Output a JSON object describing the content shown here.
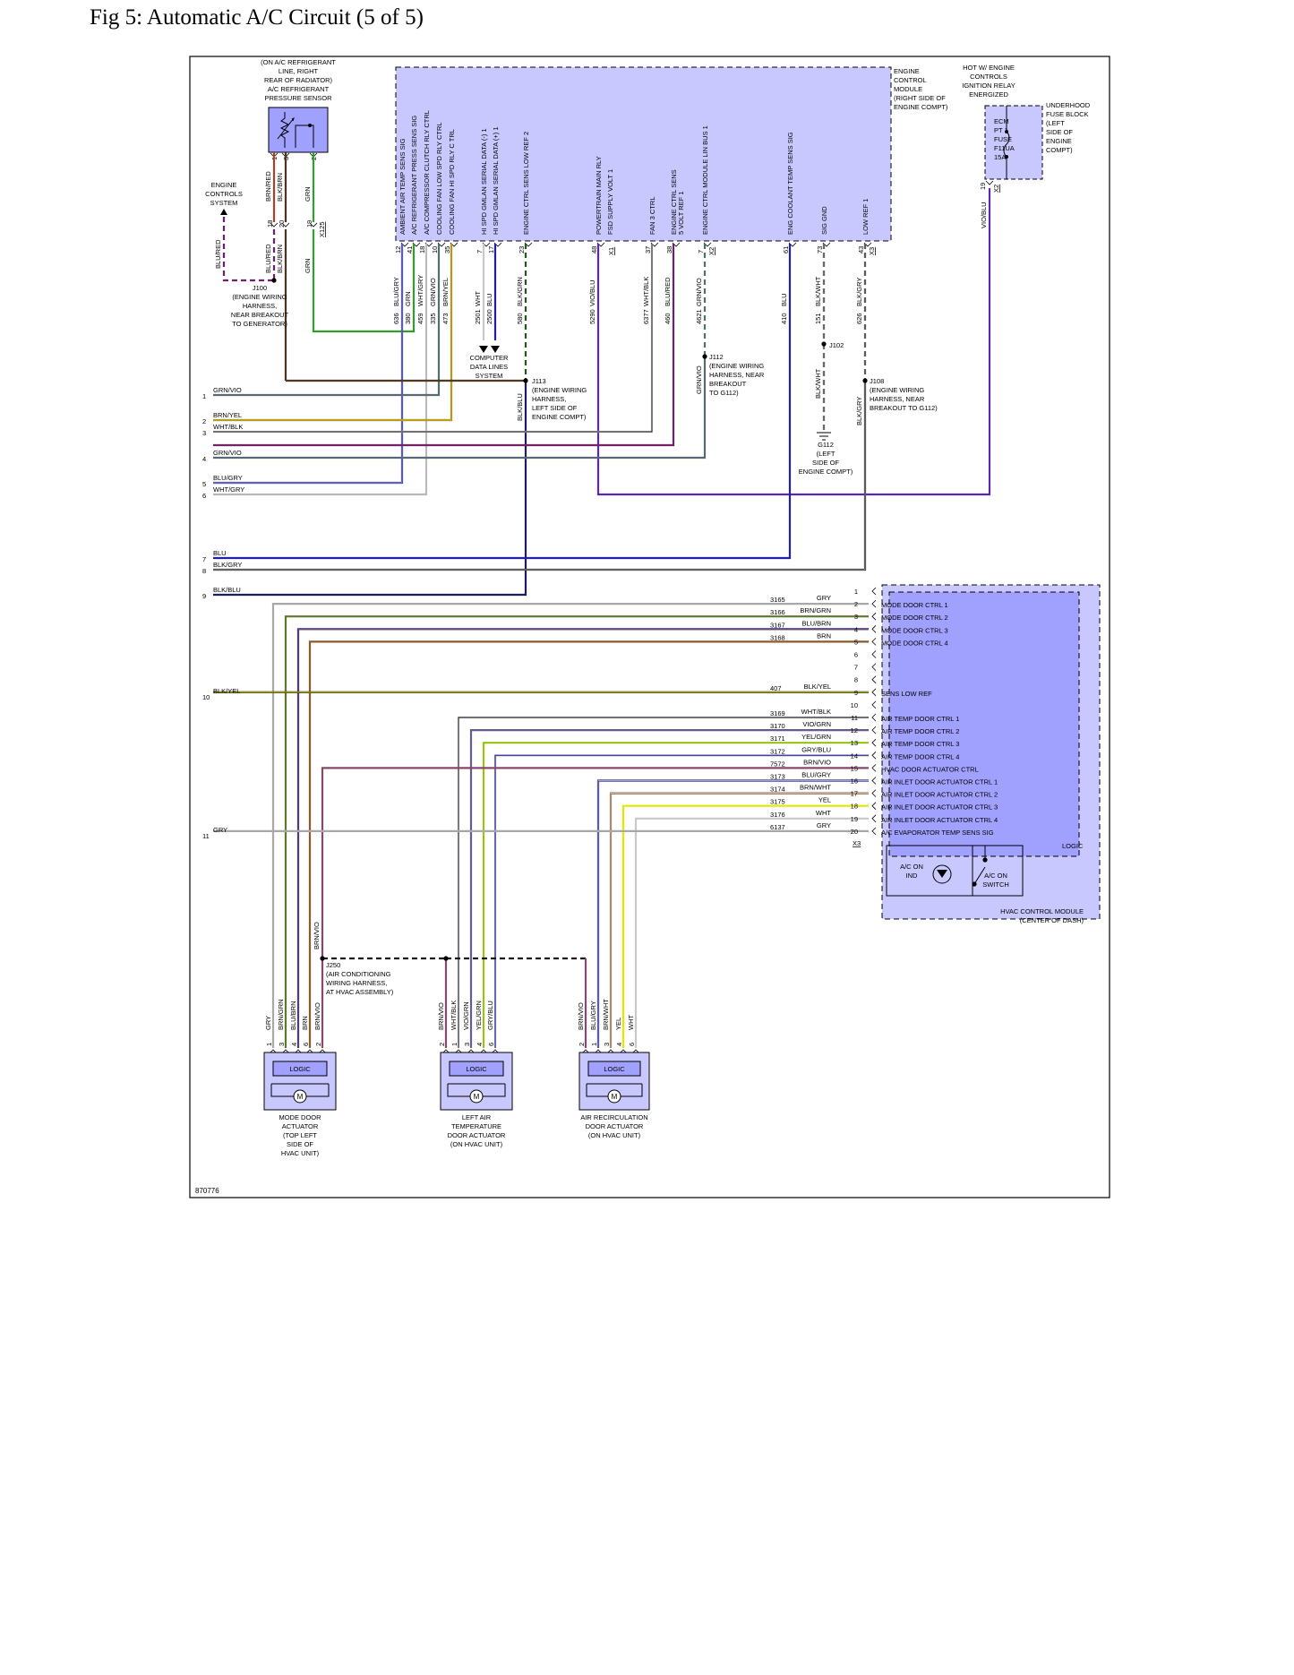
{
  "title": "Fig 5: Automatic A/C Circuit (5 of 5)",
  "figure_number": "870776",
  "colors": {
    "ecm_fill": "#c8c8ff",
    "hvac_outer_fill": "#c8c8ff",
    "hvac_inner_fill": "#a0a0ff",
    "logic_fill": "#a0a0ff"
  },
  "sensor": {
    "label": [
      "(ON A/C REFRIGERANT",
      "LINE, RIGHT",
      "REAR OF RADIATOR)",
      "A/C REFRIGERANT",
      "PRESSURE SENSOR"
    ],
    "pins": [
      {
        "pin": "1",
        "color": "BRN/RED"
      },
      {
        "pin": "3",
        "color": "BLK/BRN"
      },
      {
        "pin": "2",
        "color": "GRN"
      }
    ],
    "connector": "X125",
    "conn_pins": [
      "18",
      "20",
      "19"
    ],
    "lower_colors": [
      "BLU/RED",
      "BLK/BRN",
      "GRN"
    ]
  },
  "engine_controls": {
    "label": [
      "ENGINE",
      "CONTROLS",
      "SYSTEM"
    ],
    "wire": "BLU/RED"
  },
  "j100": {
    "label": [
      "J100",
      "(ENGINE WIRING",
      "HARNESS,",
      "NEAR BREAKOUT",
      "TO GENERATOR)"
    ]
  },
  "ecm": {
    "label": [
      "ENGINE",
      "CONTROL",
      "MODULE",
      "(RIGHT SIDE OF",
      "ENGINE COMPT)"
    ],
    "connectors": [
      "X2",
      "X1",
      "X2",
      "X3"
    ],
    "pins": [
      {
        "pin": "12",
        "signal": "AMBIENT AIR TEMP SENS SIG",
        "color": "BLU/GRY",
        "circuit": "636"
      },
      {
        "pin": "41",
        "signal": "A/C REFRIGERANT PRESS SENS SIG",
        "color": "GRN",
        "circuit": "380"
      },
      {
        "pin": "18",
        "signal": "A/C COMPRESSOR CLUTCH RLY CTRL",
        "color": "WHT/GRY",
        "circuit": "459"
      },
      {
        "pin": "10",
        "signal": "COOLING FAN LOW SPD RLY CTRL",
        "color": "GRN/VIO",
        "circuit": "335"
      },
      {
        "pin": "35",
        "signal": "COOLING FAN HI SPD RLY C TRL",
        "color": "BRN/YEL",
        "circuit": "473"
      },
      {
        "pin": "7",
        "signal": "HI SPD GMLAN SERIAL DATA (-) 1",
        "color": "WHT",
        "circuit": "2501"
      },
      {
        "pin": "17",
        "signal": "HI SPD GMLAN SERIAL DATA (+) 1",
        "color": "BLU",
        "circuit": "2500"
      },
      {
        "pin": "23",
        "signal": "ENGINE CTRL SENS LOW REF 2",
        "color": "BLK/GRN",
        "circuit": "580"
      },
      {
        "pin": "48",
        "signal": "POWERTRAIN MAIN RLY",
        "color": "VIO/BLU",
        "circuit": "5290"
      },
      {
        "pin": "",
        "signal": "FSD SUPPLY VOLT 1",
        "color": "",
        "circuit": ""
      },
      {
        "pin": "37",
        "signal": "FAN 3 CTRL",
        "color": "WHT/BLK",
        "circuit": "6377"
      },
      {
        "pin": "38",
        "signal": "ENGINE CTRL SENS",
        "color": "BLU/RED",
        "circuit": "460"
      },
      {
        "pin": "",
        "signal": "5 VOLT REF 1",
        "color": "",
        "circuit": ""
      },
      {
        "pin": "7",
        "signal": "ENGINE CTRL MODULE LIN BUS 1",
        "color": "GRN/VIO",
        "circuit": "4621"
      },
      {
        "pin": "61",
        "signal": "ENG COOLANT TEMP SENS SIG",
        "color": "BLU",
        "circuit": "410"
      },
      {
        "pin": "73",
        "signal": "SIG GND",
        "color": "BLK/WHT",
        "circuit": "151"
      },
      {
        "pin": "43",
        "signal": "LOW REF 1",
        "color": "BLK/GRY",
        "circuit": "626"
      }
    ]
  },
  "fuse": {
    "hot_label": [
      "HOT W/ ENGINE",
      "CONTROLS",
      "IGNITION RELAY",
      "ENERGIZED"
    ],
    "block_label": [
      "UNDERHOOD",
      "FUSE BLOCK",
      "(LEFT",
      "SIDE OF",
      "ENGINE",
      "COMPT)"
    ],
    "fuse_label": [
      "ECM",
      "PT 1",
      "FUSE",
      "F11UA",
      "15A"
    ],
    "pin": "19",
    "connector": "X2",
    "wire": "VIO/BLU"
  },
  "computer_data": [
    "COMPUTER",
    "DATA LINES",
    "SYSTEM"
  ],
  "j113": {
    "label": [
      "J113",
      "(ENGINE WIRING",
      "HARNESS,",
      "LEFT SIDE OF",
      "ENGINE COMPT)"
    ],
    "wire": "BLK/BLU"
  },
  "j112": {
    "label": [
      "J112",
      "(ENGINE WIRING",
      "HARNESS, NEAR",
      "BREAKOUT",
      "TO G112)"
    ],
    "wire": "GRN/VIO"
  },
  "j102": {
    "label": "J102",
    "wire": "BLK/WHT"
  },
  "j108": {
    "label": [
      "J108",
      "(ENGINE WIRING",
      "HARNESS, NEAR",
      "BREAKOUT TO G112)"
    ],
    "wire": "BLK/GRY"
  },
  "g112": {
    "label": [
      "G112",
      "(LEFT",
      "SIDE OF",
      "ENGINE COMPT)"
    ]
  },
  "left_refs": [
    {
      "num": "1",
      "color": "GRN/VIO"
    },
    {
      "num": "2",
      "color": "BRN/YEL"
    },
    {
      "num": "3",
      "color": "WHT/BLK"
    },
    {
      "num": "4",
      "color": "GRN/VIO"
    },
    {
      "num": "5",
      "color": "BLU/GRY"
    },
    {
      "num": "6",
      "color": "WHT/GRY"
    },
    {
      "num": "7",
      "color": "BLU"
    },
    {
      "num": "8",
      "color": "BLK/GRY"
    },
    {
      "num": "9",
      "color": "BLK/BLU"
    },
    {
      "num": "10",
      "color": "BLK/YEL"
    },
    {
      "num": "11",
      "color": "GRY"
    }
  ],
  "hvac": {
    "label": [
      "HVAC CONTROL MODULE",
      "(CENTER OF DASH)"
    ],
    "connector": "X3",
    "logic": "LOGIC",
    "ac_on_ind": [
      "A/C ON",
      "IND"
    ],
    "ac_on_switch": [
      "A/C ON",
      "SWITCH"
    ],
    "pins": [
      {
        "pin": "1",
        "circuit": "",
        "color": "",
        "signal": ""
      },
      {
        "pin": "2",
        "circuit": "3165",
        "color": "GRY",
        "signal": "MODE DOOR CTRL 1"
      },
      {
        "pin": "3",
        "circuit": "3166",
        "color": "BRN/GRN",
        "signal": "MODE DOOR CTRL 2"
      },
      {
        "pin": "4",
        "circuit": "3167",
        "color": "BLU/BRN",
        "signal": "MODE DOOR CTRL 3"
      },
      {
        "pin": "5",
        "circuit": "3168",
        "color": "BRN",
        "signal": "MODE DOOR CTRL 4"
      },
      {
        "pin": "6",
        "circuit": "",
        "color": "",
        "signal": ""
      },
      {
        "pin": "7",
        "circuit": "",
        "color": "",
        "signal": ""
      },
      {
        "pin": "8",
        "circuit": "",
        "color": "",
        "signal": ""
      },
      {
        "pin": "9",
        "circuit": "407",
        "color": "BLK/YEL",
        "signal": "SENS LOW REF"
      },
      {
        "pin": "10",
        "circuit": "",
        "color": "",
        "signal": ""
      },
      {
        "pin": "11",
        "circuit": "3169",
        "color": "WHT/BLK",
        "signal": "AIR TEMP DOOR CTRL 1"
      },
      {
        "pin": "12",
        "circuit": "3170",
        "color": "VIO/GRN",
        "signal": "AIR TEMP DOOR CTRL 2"
      },
      {
        "pin": "13",
        "circuit": "3171",
        "color": "YEL/GRN",
        "signal": "AIR TEMP DOOR CTRL 3"
      },
      {
        "pin": "14",
        "circuit": "3172",
        "color": "GRY/BLU",
        "signal": "AIR TEMP DOOR CTRL 4"
      },
      {
        "pin": "15",
        "circuit": "7572",
        "color": "BRN/VIO",
        "signal": "HVAC DOOR ACTUATOR CTRL"
      },
      {
        "pin": "16",
        "circuit": "3173",
        "color": "BLU/GRY",
        "signal": "AIR INLET DOOR ACTUATOR CTRL 1"
      },
      {
        "pin": "17",
        "circuit": "3174",
        "color": "BRN/WHT",
        "signal": "AIR INLET DOOR ACTUATOR CTRL 2"
      },
      {
        "pin": "18",
        "circuit": "3175",
        "color": "YEL",
        "signal": "AIR INLET DOOR ACTUATOR CTRL 3"
      },
      {
        "pin": "19",
        "circuit": "3176",
        "color": "WHT",
        "signal": "AIR INLET DOOR ACTUATOR CTRL 4"
      },
      {
        "pin": "20",
        "circuit": "6137",
        "color": "GRY",
        "signal": "A/C EVAPORATOR TEMP SENS SIG"
      }
    ]
  },
  "j250": {
    "label": [
      "J250",
      "(AIR CONDITIONING",
      "WIRING HARNESS,",
      "AT HVAC ASSEMBLY)"
    ],
    "wire": "BRN/VIO"
  },
  "actuators": [
    {
      "name": [
        "MODE DOOR",
        "ACTUATOR",
        "(TOP LEFT",
        "SIDE OF",
        "HVAC UNIT)"
      ],
      "logic": "LOGIC",
      "motor": "M",
      "pins": [
        {
          "pin": "1",
          "color": "GRY"
        },
        {
          "pin": "3",
          "color": "BRN/GRN"
        },
        {
          "pin": "4",
          "color": "BLU/BRN"
        },
        {
          "pin": "6",
          "color": "BRN"
        },
        {
          "pin": "2",
          "color": "BRN/VIO"
        }
      ]
    },
    {
      "name": [
        "LEFT AIR",
        "TEMPERATURE",
        "DOOR ACTUATOR",
        "(ON HVAC UNIT)"
      ],
      "logic": "LOGIC",
      "motor": "M",
      "pins": [
        {
          "pin": "2",
          "color": "BRN/VIO"
        },
        {
          "pin": "1",
          "color": "WHT/BLK"
        },
        {
          "pin": "3",
          "color": "VIO/GRN"
        },
        {
          "pin": "4",
          "color": "YEL/GRN"
        },
        {
          "pin": "6",
          "color": "GRY/BLU"
        }
      ]
    },
    {
      "name": [
        "AIR RECIRCULATION",
        "DOOR ACTUATOR",
        "(ON HVAC UNIT)"
      ],
      "logic": "LOGIC",
      "motor": "M",
      "pins": [
        {
          "pin": "2",
          "color": "BRN/VIO"
        },
        {
          "pin": "1",
          "color": "BLU/GRY"
        },
        {
          "pin": "3",
          "color": "BRN/WHT"
        },
        {
          "pin": "4",
          "color": "YEL"
        },
        {
          "pin": "6",
          "color": "WHT"
        }
      ]
    }
  ]
}
